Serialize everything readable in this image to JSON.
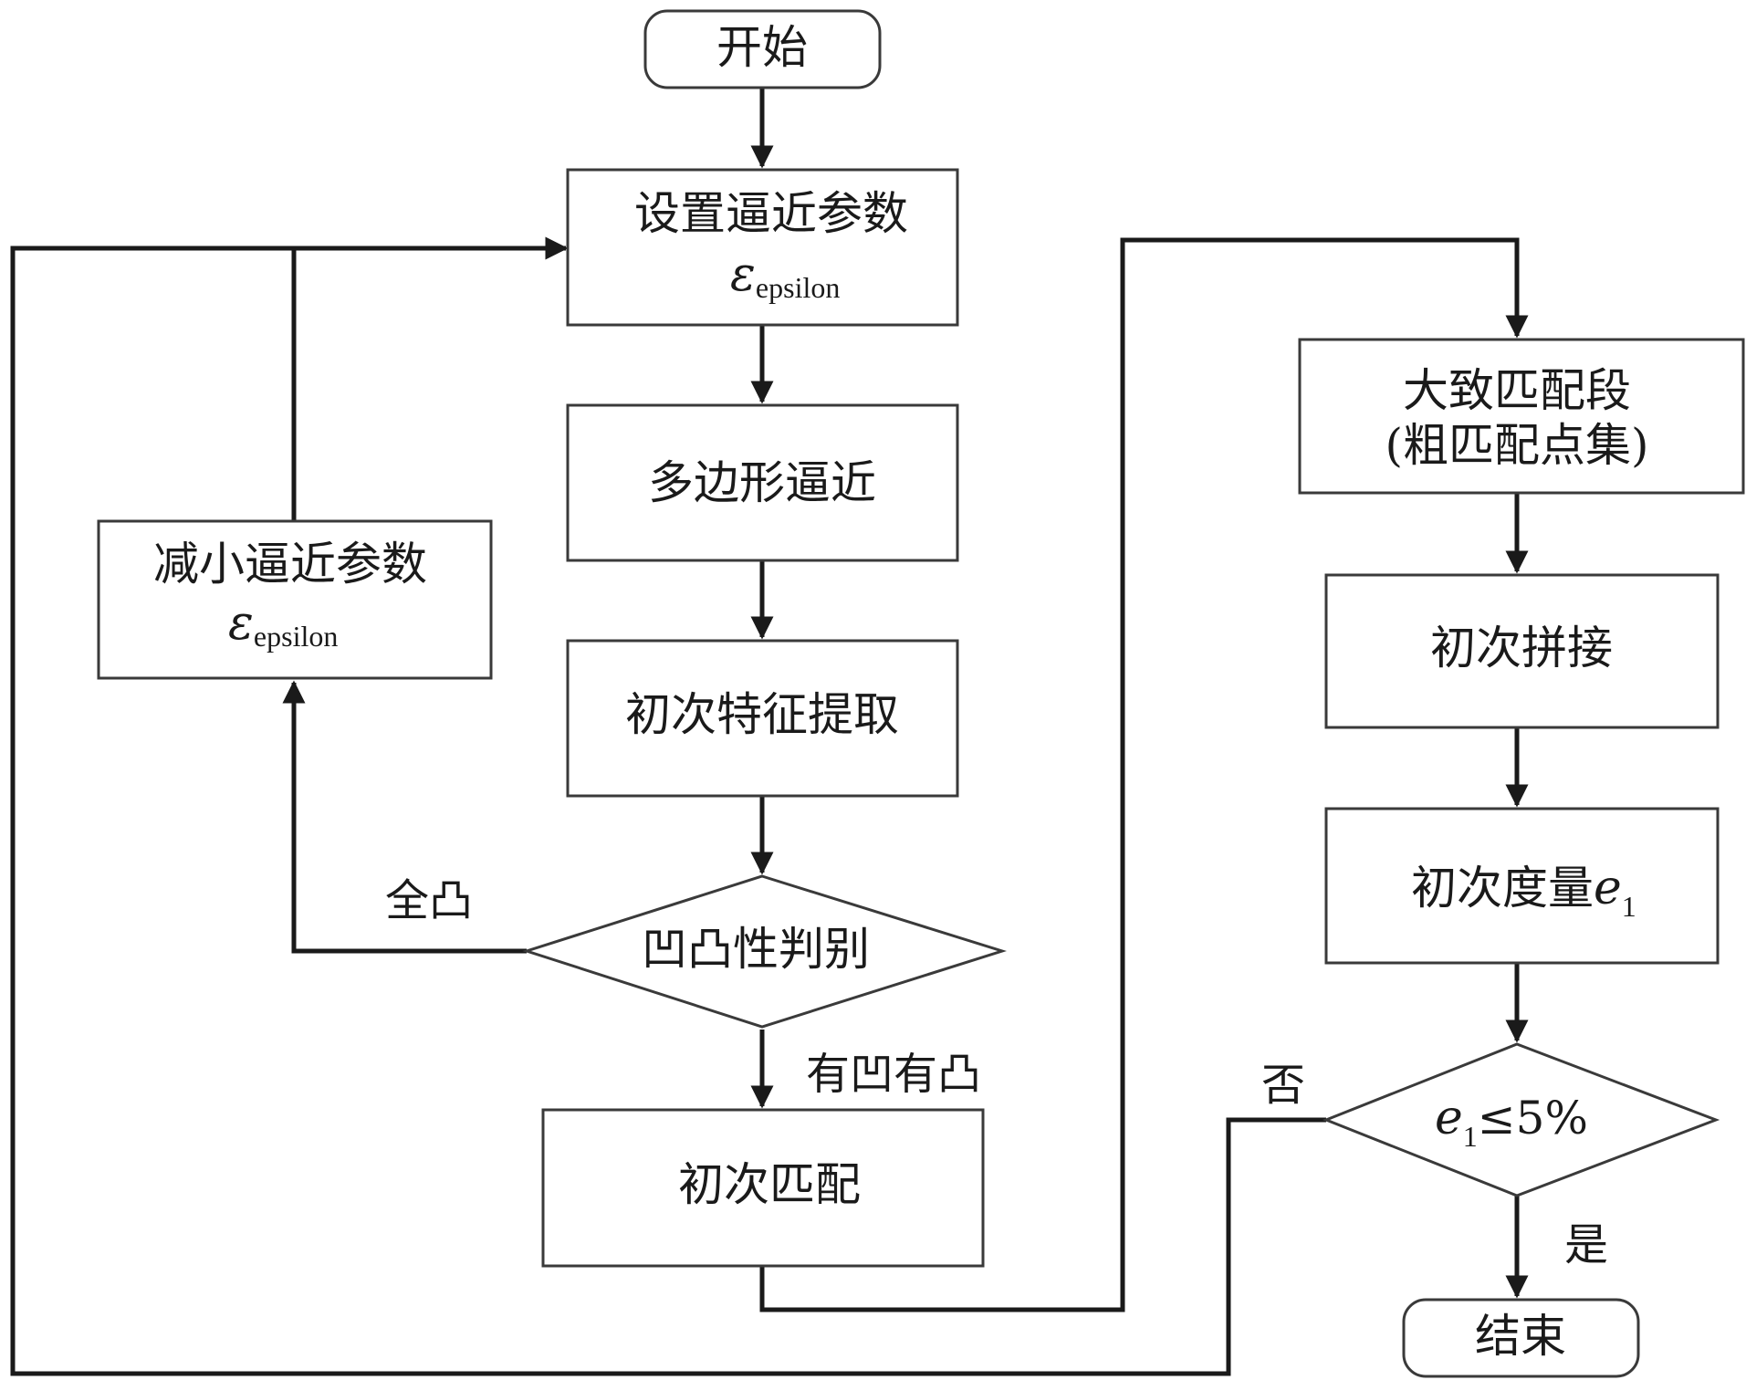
{
  "nodes": {
    "start": "开始",
    "set_param": "设置逼近参数",
    "poly_approx": "多边形逼近",
    "feature_extract": "初次特征提取",
    "convexity_check": "凹凸性判别",
    "reduce_param": "减小逼近参数",
    "initial_match": "初次匹配",
    "rough_segment_line1": "大致匹配段",
    "rough_segment_line2": "(粗匹配点集)",
    "initial_stitch": "初次拼接",
    "initial_metric": "初次度量",
    "threshold_check": "≤5%",
    "end": "结束"
  },
  "symbols": {
    "epsilon": "ε",
    "epsilon_sub": "epsilon",
    "e": "e",
    "e_sub": "1"
  },
  "edge_labels": {
    "all_convex": "全凸",
    "has_concave_convex": "有凹有凸",
    "no": "否",
    "yes": "是"
  },
  "colors": {
    "line": "#1a1a1a",
    "border": "#3a3a3a",
    "background": "#ffffff"
  }
}
